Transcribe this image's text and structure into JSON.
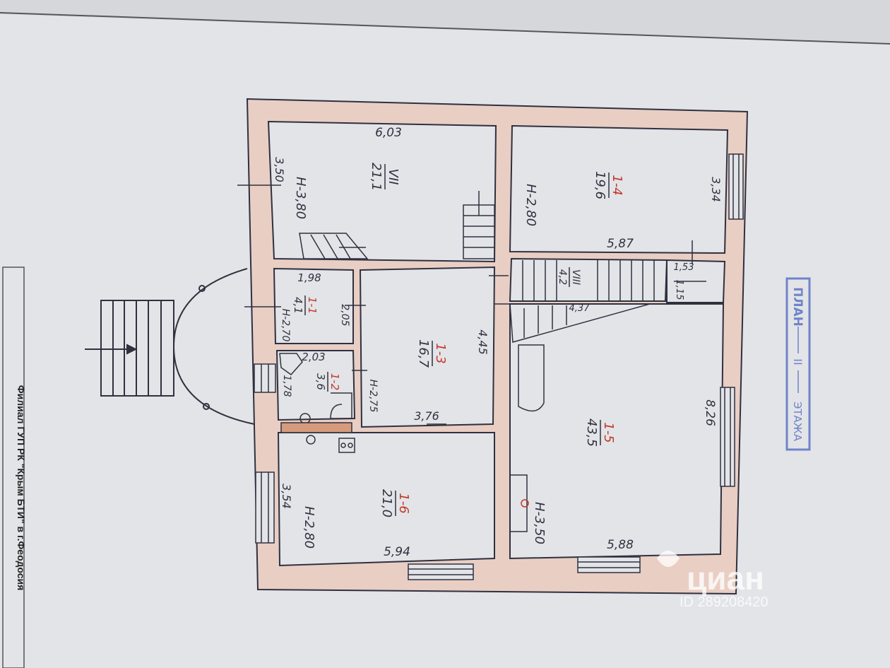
{
  "footer": {
    "institution": "Филиал ГУП РК \"Крым БТИ\" в г.Феодосия"
  },
  "stamp": {
    "plan": "ПЛАН",
    "floor_number": "II",
    "floor_word": "ЭТАЖА"
  },
  "watermark": {
    "brand": "циан",
    "id": "ID 289208420"
  },
  "rooms": {
    "r_vii": {
      "num": "VII",
      "area": "21,1",
      "height": "Н-3,80",
      "width": "6,03",
      "depth": "3,50"
    },
    "r_1_4": {
      "num": "1-4",
      "area": "19,6",
      "height": "Н-2,80",
      "width": "5,87",
      "depth": "3,34"
    },
    "r_1_1": {
      "num": "1-1",
      "area": "4,1",
      "height": "Н-2,70",
      "width": "1,98",
      "depth": "2,05"
    },
    "r_1_2": {
      "num": "1-2",
      "area": "3,6",
      "height": "Н-2,75",
      "width": "2,03",
      "depth": "1,78"
    },
    "r_1_3": {
      "num": "1-3",
      "area": "16,7",
      "width": "3,76",
      "depth": "4,45"
    },
    "r_viii": {
      "num": "VIII",
      "area": "4,2",
      "width": "4,37",
      "depth": "1,53",
      "depth2": "1,15"
    },
    "r_1_5": {
      "num": "1-5",
      "area": "43,5",
      "height": "Н-3,50",
      "width": "5,88",
      "depth": "8,26"
    },
    "r_1_6": {
      "num": "1-6",
      "area": "21,0",
      "height": "Н-2,80",
      "width": "5,94",
      "depth": "3,54"
    }
  },
  "colors": {
    "wall": "#e9cec4",
    "paper": "#e4e5e8",
    "ink": "#2f3140",
    "red_ink": "#c0392b",
    "stamp": "#6f84c8"
  }
}
